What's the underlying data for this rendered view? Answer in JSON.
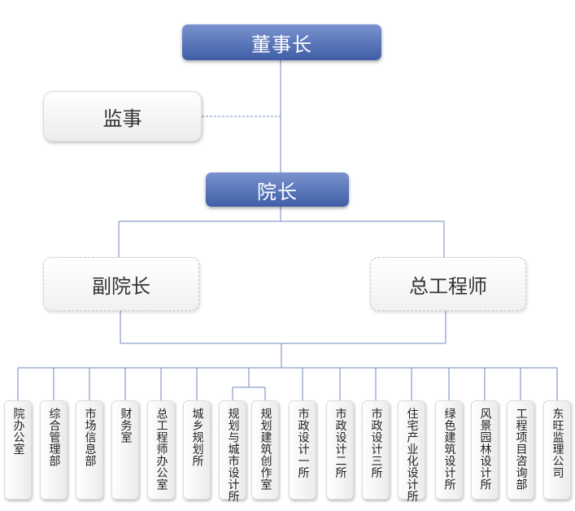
{
  "chart": {
    "chairman": "董事长",
    "supervisor": "监事",
    "president": "院长",
    "vice_president": "副院长",
    "chief_engineer": "总工程师"
  },
  "departments": [
    {
      "label": "院办公室"
    },
    {
      "label": "综合管理部"
    },
    {
      "label": "市场信息部"
    },
    {
      "label": "财务室"
    },
    {
      "label": "总工程师办公室"
    },
    {
      "label": "城乡规划所"
    },
    {
      "label": "规划与城市设计所"
    },
    {
      "label": "规划建筑创作室"
    },
    {
      "label": "市政设计一所"
    },
    {
      "label": "市政设计二所"
    },
    {
      "label": "市政设计三所"
    },
    {
      "label": "住宅产业化设计所"
    },
    {
      "label": "绿色建筑设计所"
    },
    {
      "label": "风景园林设计所"
    },
    {
      "label": "工程项目咨询部"
    },
    {
      "label": "东旺监理公司"
    }
  ],
  "colors": {
    "top_box": "#4a68b0",
    "connector": "#8ea2cc"
  }
}
